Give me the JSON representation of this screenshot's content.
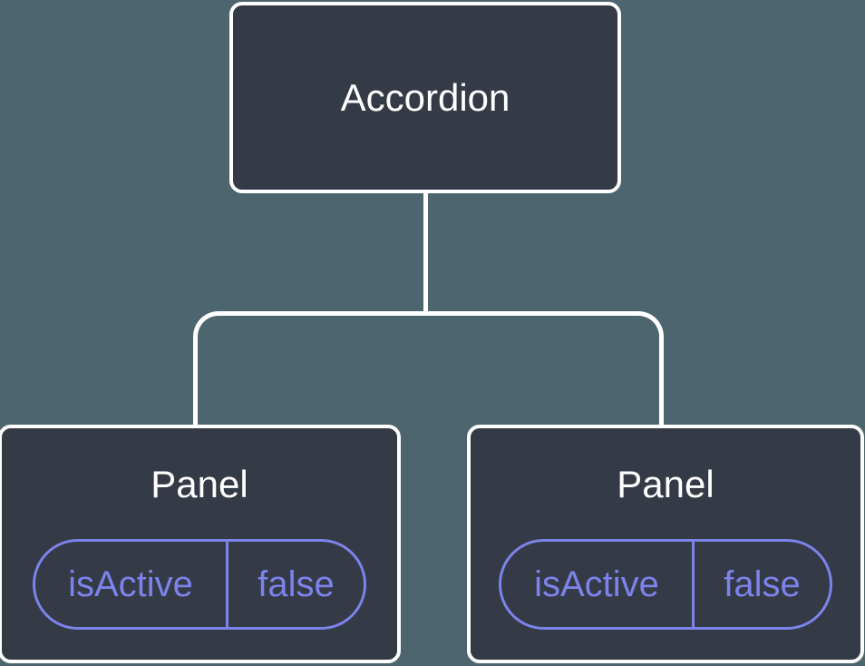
{
  "colors": {
    "background": "#4C656E",
    "node_fill": "#343A46",
    "node_border": "#FFFFFF",
    "node_text": "#FFFFFF",
    "connector": "#FFFFFF",
    "pill_accent": "#7C83EA"
  },
  "tree": {
    "root": {
      "label": "Accordion"
    },
    "children": [
      {
        "label": "Panel",
        "state": {
          "key": "isActive",
          "value": "false"
        }
      },
      {
        "label": "Panel",
        "state": {
          "key": "isActive",
          "value": "false"
        }
      }
    ]
  }
}
